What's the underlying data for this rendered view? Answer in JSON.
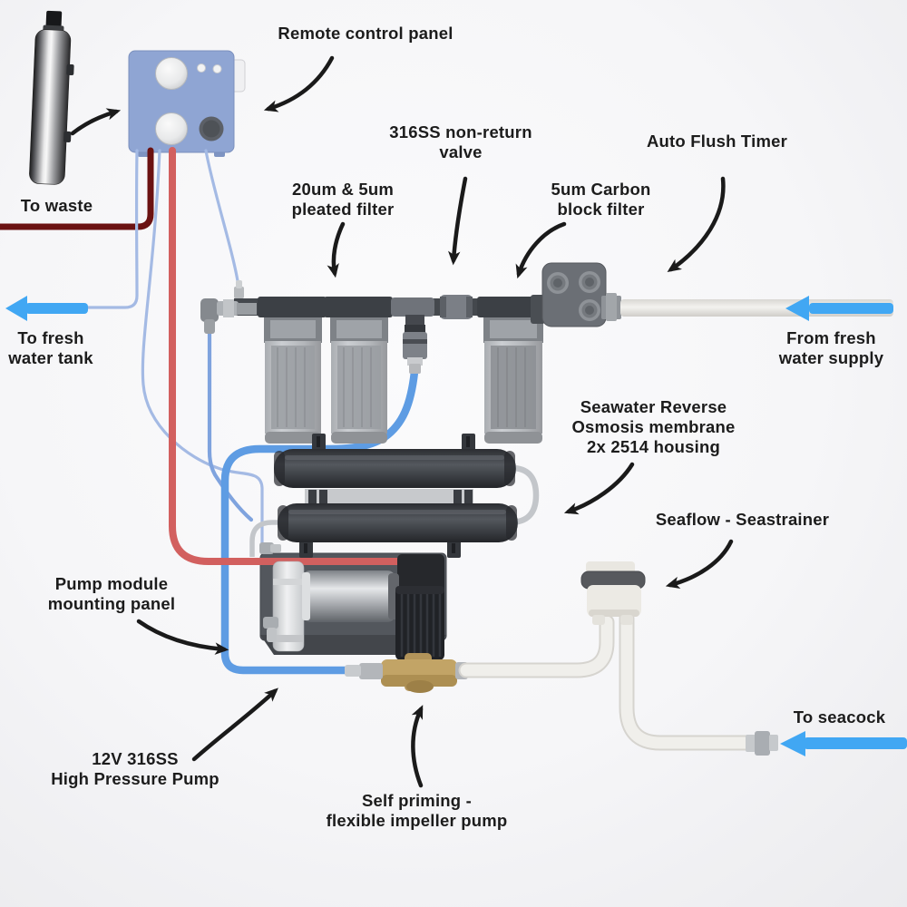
{
  "diagram": {
    "type": "watermaker-system-schematic",
    "labels": {
      "remote_control_panel": "Remote control panel",
      "to_waste": "To waste",
      "non_return_valve": "316SS non-return\nvalve",
      "pleated_filter": "20um  & 5um\npleated filter",
      "carbon_filter": "5um Carbon\nblock filter",
      "auto_flush_timer": "Auto Flush Timer",
      "to_fresh_water_tank": "To fresh\nwater tank",
      "from_fresh_water_supply": "From fresh\nwater supply",
      "ro_membrane": "Seawater Reverse\nOsmosis membrane\n2x 2514 housing",
      "seastrainer": "Seaflow - Seastrainer",
      "pump_module": "Pump module\nmounting panel",
      "high_pressure_pump": "12V 316SS\nHigh Pressure Pump",
      "impeller_pump": "Self priming -\nflexible impeller pump",
      "to_seacock": "To seacock"
    }
  },
  "colors": {
    "flow_arrow_blue": "#41a7f3",
    "thick_tube_blue": "#5e9ce3",
    "thin_tube_blue": "#a4bae4",
    "medium_tube_blue": "#7fa3de",
    "red_tube": "#d2605f",
    "waste_tube_maroon": "#6b1212",
    "panel_blue": "#8fa5d3",
    "annotation_black": "#1a1a1a",
    "brass": "#c2a466",
    "text_color": "#1c1c1c"
  }
}
